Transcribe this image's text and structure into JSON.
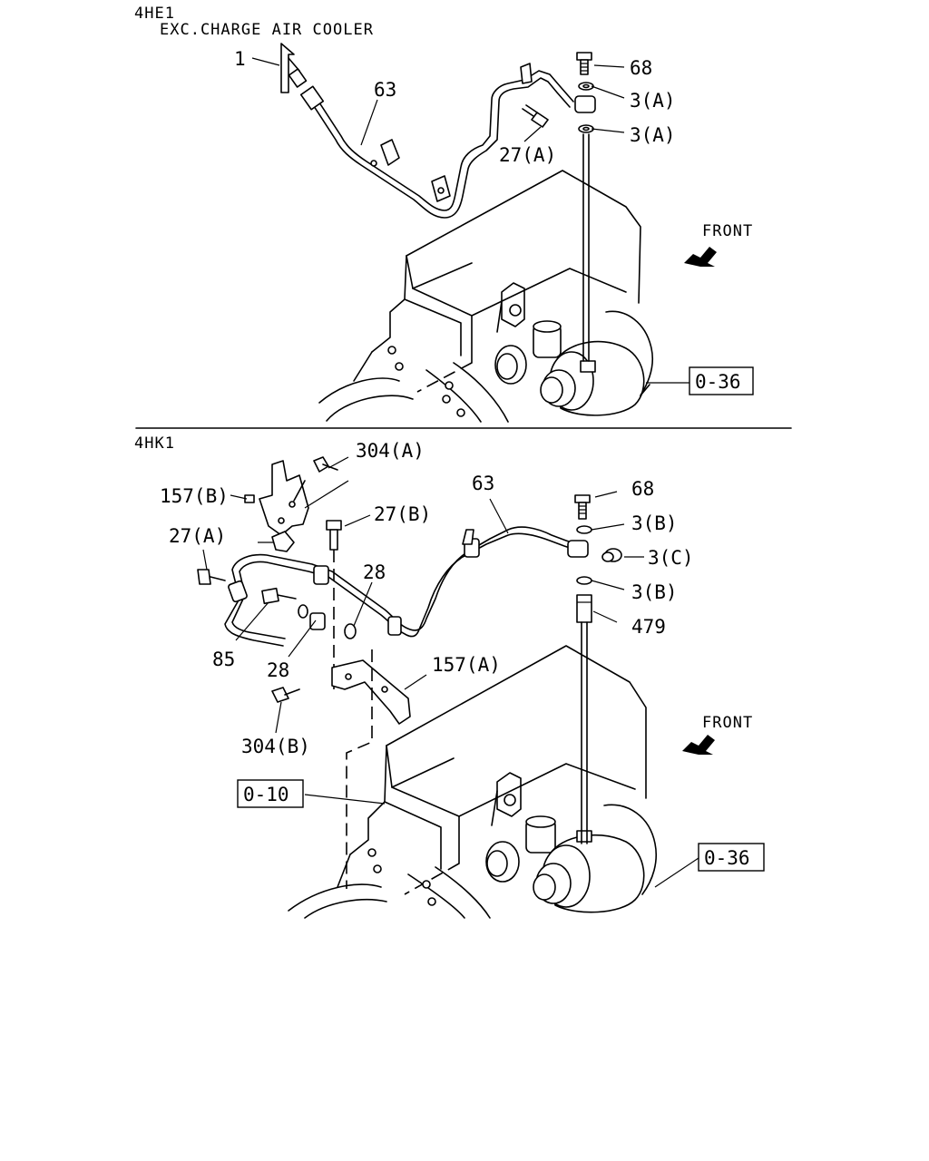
{
  "top_section": {
    "engine": "4HE1",
    "note": "EXC.CHARGE AIR COOLER",
    "labels": {
      "p1": "1",
      "p63": "63",
      "p68": "68",
      "p3a_upper": "3(A)",
      "p3a_lower": "3(A)",
      "p27a": "27(A)",
      "front": "FRONT",
      "ref": "0-36"
    }
  },
  "bottom_section": {
    "engine": "4HK1",
    "labels": {
      "p304a": "304(A)",
      "p157b": "157(B)",
      "p27a": "27(A)",
      "p27b": "27(B)",
      "p63": "63",
      "p68": "68",
      "p3b_upper": "3(B)",
      "p3c": "3(C)",
      "p3b_lower": "3(B)",
      "p479": "479",
      "p28_upper": "28",
      "p28_lower": "28",
      "p85": "85",
      "p157a": "157(A)",
      "p304b": "304(B)",
      "front": "FRONT",
      "ref_left": "0-10",
      "ref_right": "0-36"
    }
  }
}
